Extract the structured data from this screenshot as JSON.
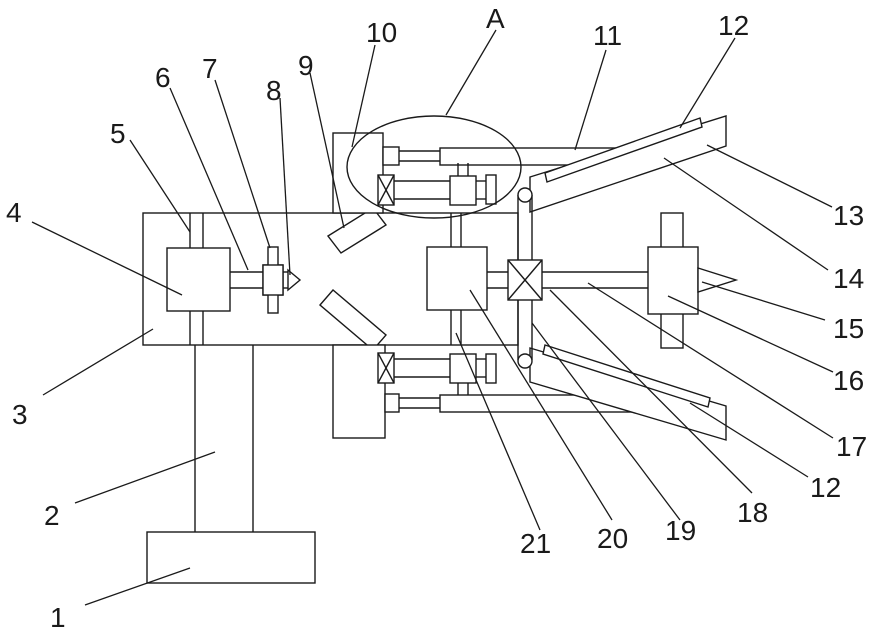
{
  "diagram": {
    "labels": {
      "l1": "1",
      "l2": "2",
      "l3": "3",
      "l4": "4",
      "l5": "5",
      "l6": "6",
      "l7": "7",
      "l8": "8",
      "l9": "9",
      "l10": "10",
      "lA": "A",
      "l11": "11",
      "l12a": "12",
      "l12b": "12",
      "l13": "13",
      "l14": "14",
      "l15": "15",
      "l16": "16",
      "l17": "17",
      "l18": "18",
      "l19": "19",
      "l20": "20",
      "l21": "21"
    }
  }
}
